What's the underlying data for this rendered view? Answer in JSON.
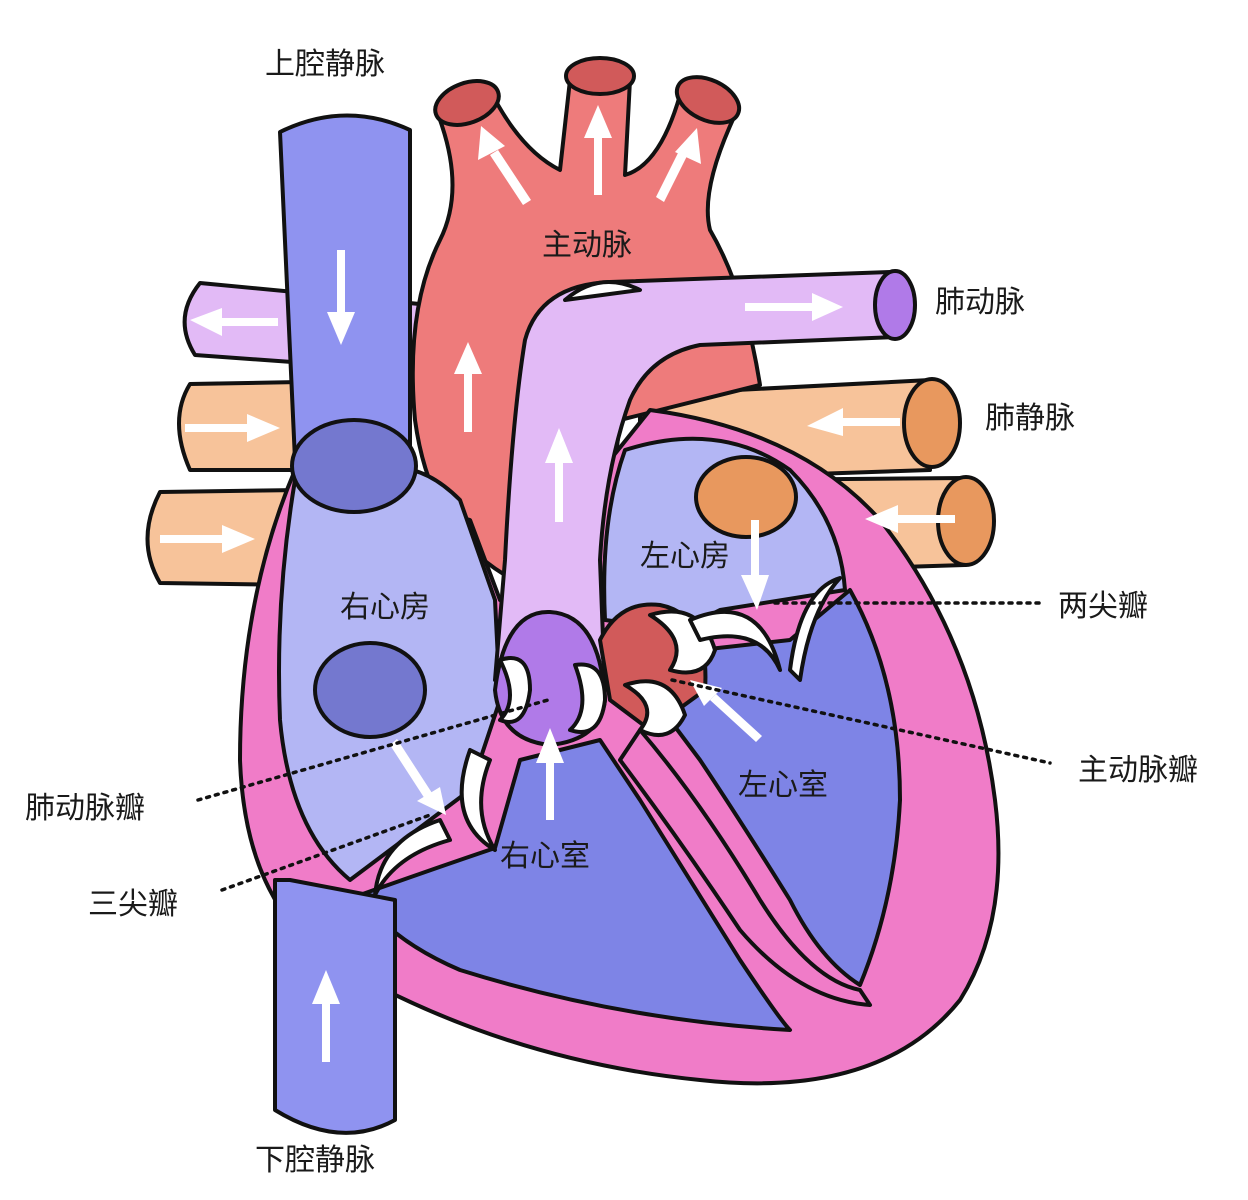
{
  "labels": {
    "superior_vena_cava": "上腔静脉",
    "aorta": "主动脉",
    "pulmonary_artery": "肺动脉",
    "pulmonary_vein": "肺静脉",
    "right_atrium": "右心房",
    "left_atrium": "左心房",
    "mitral_valve": "两尖瓣",
    "aortic_valve": "主动脉瓣",
    "pulmonary_valve": "肺动脉瓣",
    "tricuspid_valve": "三尖瓣",
    "right_ventricle": "右心室",
    "left_ventricle": "左心室",
    "inferior_vena_cava": "下腔静脉"
  },
  "colors": {
    "vena_cava": "#8f93f0",
    "vena_cava_dark": "#7478cf",
    "aorta": "#ee7b7b",
    "aorta_dark": "#d15a5a",
    "pulmonary_artery": "#e2baf6",
    "pulmonary_artery_dark": "#b07ae8",
    "pulmonary_vein": "#f7c39a",
    "pulmonary_vein_dark": "#e8985e",
    "heart_wall": "#f07cc8",
    "atrium": "#b3b6f4",
    "ventricle": "#7e84e6",
    "valve": "#ffffff"
  }
}
